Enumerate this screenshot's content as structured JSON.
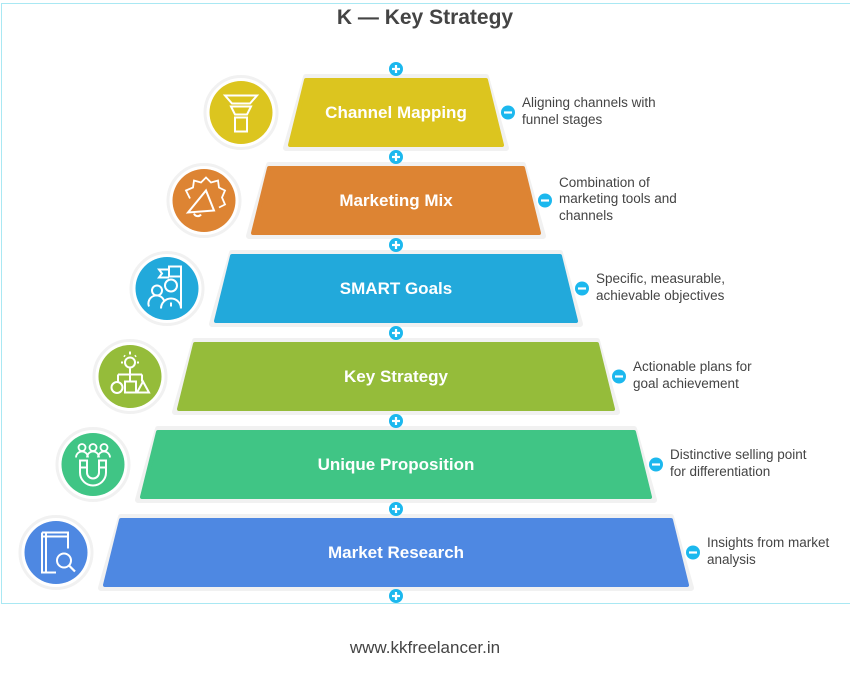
{
  "title": "K — Key Strategy",
  "footer": "www.kkfreelancer.in",
  "colors": {
    "frame": "#a9e8f3",
    "toggle": "#1cb8ee",
    "halo": "#f1f1f1"
  },
  "levels": [
    {
      "label": "Channel Mapping",
      "description": [
        "Aligning channels with",
        "funnel stages"
      ],
      "color": "#dcc51f",
      "icon": "funnel-icon"
    },
    {
      "label": "Marketing Mix",
      "description": [
        "Combination of",
        "marketing tools and",
        "channels"
      ],
      "color": "#dd8433",
      "icon": "megaphone-icon"
    },
    {
      "label": "SMART Goals",
      "description": [
        "Specific, measurable,",
        "achievable objectives"
      ],
      "color": "#22a9db",
      "icon": "team-goal-flag-icon"
    },
    {
      "label": "Key Strategy",
      "description": [
        "Actionable plans for",
        "goal achievement"
      ],
      "color": "#95bc3a",
      "icon": "idea-strategy-icon"
    },
    {
      "label": "Unique Proposition",
      "description": [
        "Distinctive selling point",
        "for differentiation"
      ],
      "color": "#40c585",
      "icon": "magnet-people-icon"
    },
    {
      "label": "Market Research",
      "description": [
        "Insights from market",
        "analysis"
      ],
      "color": "#4e88e2",
      "icon": "book-search-icon"
    }
  ]
}
